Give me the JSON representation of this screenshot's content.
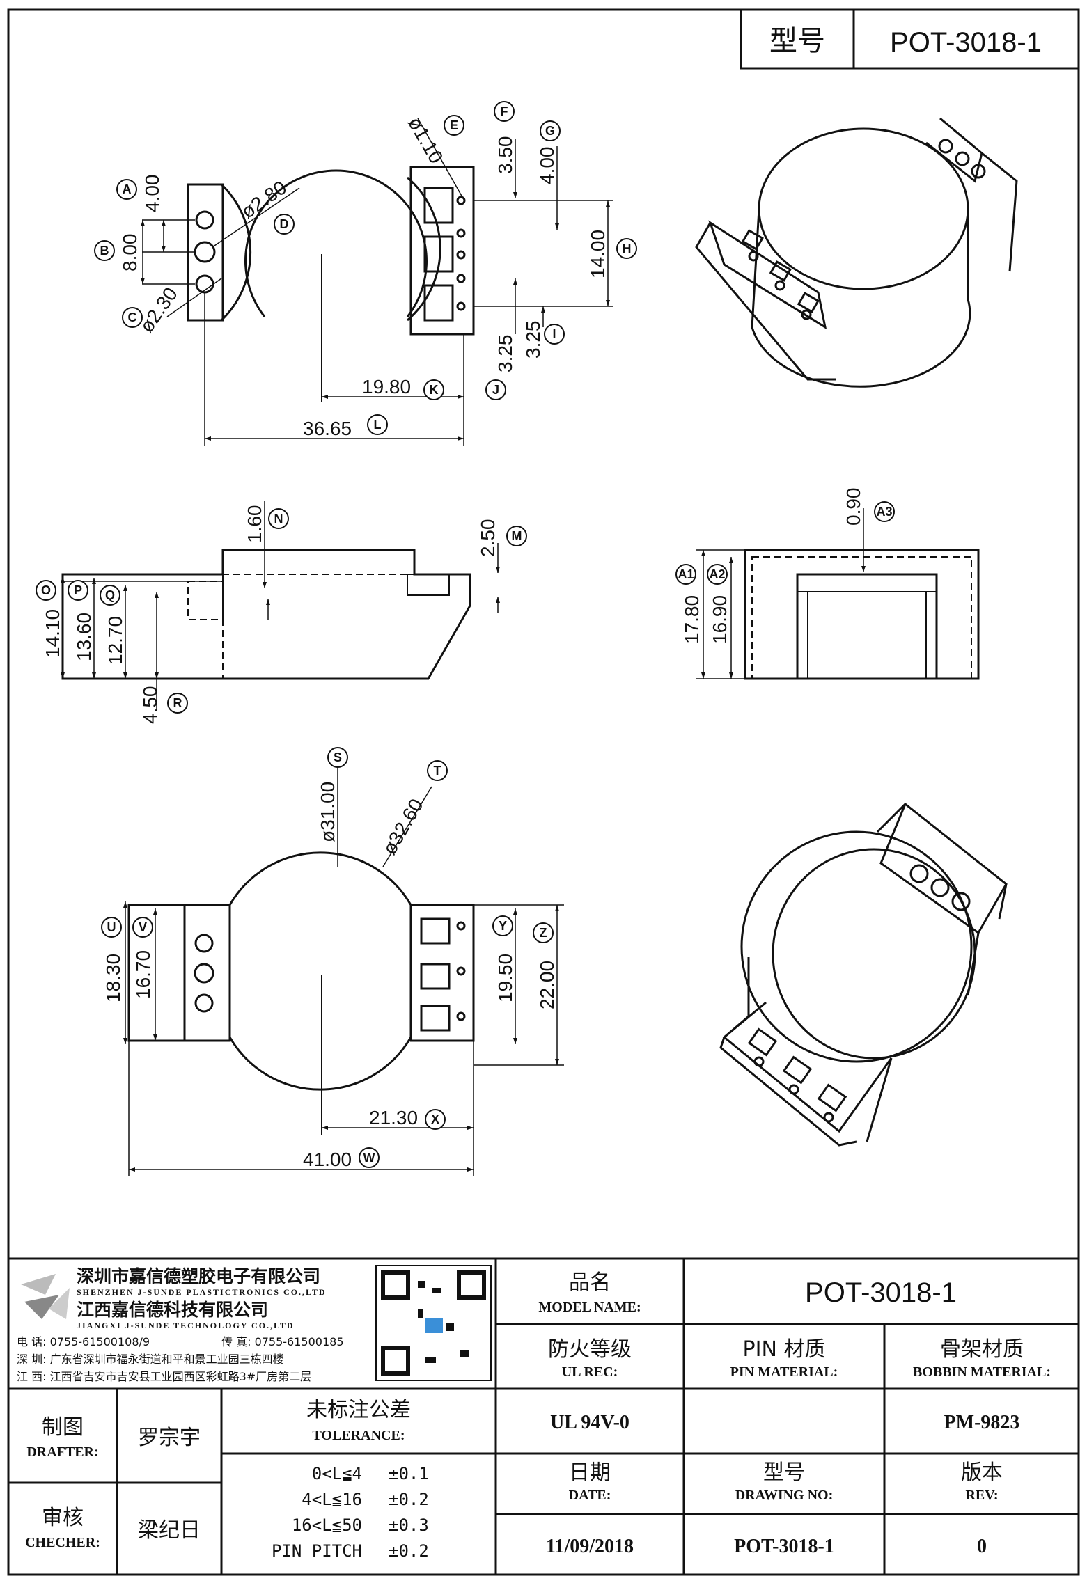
{
  "header": {
    "type_label": "型号",
    "model": "POT-3018-1"
  },
  "top_view": {
    "dims": {
      "A": "4.00",
      "B": "8.00",
      "C": "ø2.30",
      "D": "ø2.80",
      "E": "ø1.10",
      "F": "3.50",
      "G": "4.00",
      "H": "14.00",
      "I": "3.25",
      "J": "3.25",
      "K": "19.80",
      "L": "36.65"
    }
  },
  "side_view": {
    "dims": {
      "N": "1.60",
      "M": "2.50",
      "O": "14.10",
      "P": "13.60",
      "Q": "12.70",
      "R": "4.50"
    }
  },
  "end_view": {
    "dims": {
      "A3": "0.90",
      "A1": "17.80",
      "A2": "16.90"
    }
  },
  "bottom_view": {
    "dims": {
      "S": "ø31.00",
      "T": "ø32.60",
      "U": "18.30",
      "V": "16.70",
      "Y": "19.50",
      "Z": "22.00",
      "X": "21.30",
      "W": "41.00"
    }
  },
  "company": {
    "name_sz": "深圳市嘉信德塑胶电子有限公司",
    "name_sz_en": "SHENZHEN J-SUNDE PLASTICTRONICS CO.,LTD",
    "name_jx": "江西嘉信德科技有限公司",
    "name_jx_en": "JIANGXI J-SUNDE TECHNOLOGY CO.,LTD",
    "phone": "电 话: 0755-61500108/9",
    "fax": "传 真: 0755-61500185",
    "addr_sz": "深 圳: 广东省深圳市福永街道和平和景工业园三栋四楼",
    "addr_jx": "江 西: 江西省吉安市吉安县工业园西区彩虹路3#厂房第二层"
  },
  "title_block": {
    "model_name_cn": "品名",
    "model_name_en": "MODEL NAME:",
    "model_name_value": "POT-3018-1",
    "ul_cn": "防火等级",
    "ul_en": "UL REC:",
    "ul_value": "UL 94V-0",
    "pin_cn": "PIN 材质",
    "pin_en": "PIN MATERIAL:",
    "pin_value": "",
    "bobbin_cn": "骨架材质",
    "bobbin_en": "BOBBIN MATERIAL:",
    "bobbin_value": "PM-9823",
    "drafter_cn": "制图",
    "drafter_en": "DRAFTER:",
    "drafter_value": "罗宗宇",
    "checker_cn": "审核",
    "checker_en": "CHECHER:",
    "checker_value": "梁纪日",
    "tolerance_cn": "未标注公差",
    "tolerance_en": "TOLERANCE:",
    "tolerances": [
      {
        "range": "0<L≦4",
        "value": "±0.1"
      },
      {
        "range": "4<L≦16",
        "value": "±0.2"
      },
      {
        "range": "16<L≦50",
        "value": "±0.3"
      },
      {
        "range": "PIN PITCH",
        "value": "±0.2"
      }
    ],
    "date_cn": "日期",
    "date_en": "DATE:",
    "date_value": "11/09/2018",
    "drawing_cn": "型号",
    "drawing_en": "DRAWING NO:",
    "drawing_value": "POT-3018-1",
    "rev_cn": "版本",
    "rev_en": "REV:",
    "rev_value": "0"
  }
}
